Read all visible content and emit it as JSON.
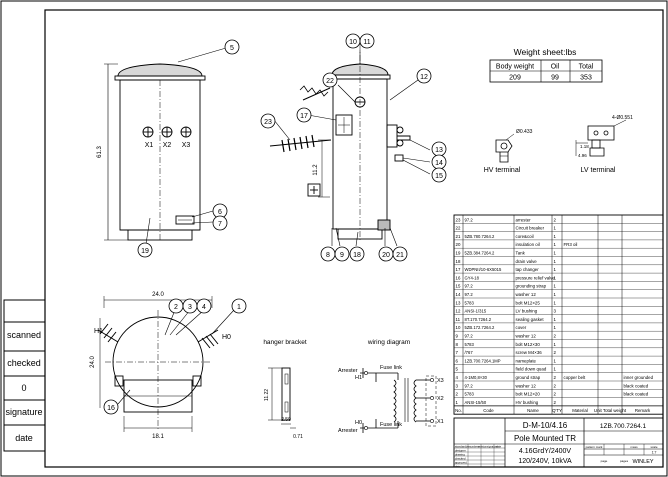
{
  "side_stamp": [
    {
      "label": "scanned"
    },
    {
      "label": "checked"
    },
    {
      "label": "0"
    },
    {
      "label": "signature"
    },
    {
      "label": "date"
    }
  ],
  "front_view": {
    "height_dim": "61.3",
    "terminals": [
      "X1",
      "X2",
      "X3"
    ],
    "balloons": [
      "5",
      "6",
      "7",
      "19"
    ]
  },
  "side_view": {
    "dim": "11.2",
    "balloons": [
      "10",
      "11",
      "12",
      "13",
      "14",
      "15",
      "17",
      "22",
      "23",
      "8",
      "9",
      "18",
      "20",
      "21"
    ]
  },
  "weight_sheet": {
    "title": "Weight sheet:lbs",
    "headers": [
      "Body weight",
      "Oil",
      "Total"
    ],
    "values": [
      "209",
      "99",
      "353"
    ]
  },
  "terminal_details": {
    "hv_label": "HV terminal",
    "lv_label": "LV terminal",
    "hv_dim": "Ø0.433",
    "lv_dim": "4-Ø0.551",
    "lv_dim2": "1.18",
    "lv_dim3": "4.96"
  },
  "top_view": {
    "width_dim": "24.0",
    "depth_dim": "24.0",
    "bottom_dim": "18.1",
    "h1": "H1",
    "h0": "H0",
    "balloons": [
      "1",
      "2",
      "3",
      "4",
      "16"
    ]
  },
  "hanger_bracket": {
    "title": "hanger bracket",
    "dim1": "11.22",
    "dim2": "2.59",
    "dim3": "0.71"
  },
  "wiring_diagram": {
    "title": "wiring diagram",
    "arrester_top": "Arrester",
    "arrester_bottom": "Arrester",
    "fuse_top": "Fuse link",
    "fuse_bottom": "Fuse link",
    "h1": "H1",
    "h0": "H0",
    "x3": "X3",
    "x2": "X2",
    "x1": "X1"
  },
  "bom": {
    "rows": [
      {
        "no": "23",
        "code": "97.2",
        "name": "arrester",
        "qty": "2",
        "mat": "",
        "rem": ""
      },
      {
        "no": "22",
        "code": "",
        "name": "Circuit breaker",
        "qty": "1",
        "mat": "",
        "rem": ""
      },
      {
        "no": "21",
        "code": "5ZB.780.7264.2",
        "name": "core&coil",
        "qty": "1",
        "mat": "",
        "rem": ""
      },
      {
        "no": "20",
        "code": "",
        "name": "insulation oil",
        "qty": "1",
        "mat": "FR3 oil",
        "rem": ""
      },
      {
        "no": "19",
        "code": "5ZB.384.7264.2",
        "name": "Tank",
        "qty": "1",
        "mat": "",
        "rem": ""
      },
      {
        "no": "18",
        "code": "",
        "name": "drain valve",
        "qty": "1",
        "mat": "",
        "rem": ""
      },
      {
        "no": "17",
        "code": "WDPNII/10-6X5015",
        "name": "tap changer",
        "qty": "1",
        "mat": "",
        "rem": ""
      },
      {
        "no": "16",
        "code": "GY4-18",
        "name": "pressure relief valve",
        "qty": "1",
        "mat": "",
        "rem": ""
      },
      {
        "no": "15",
        "code": "97.2",
        "name": "grounding strap",
        "qty": "1",
        "mat": "",
        "rem": ""
      },
      {
        "no": "14",
        "code": "97.2",
        "name": "washer 12",
        "qty": "1",
        "mat": "",
        "rem": ""
      },
      {
        "no": "13",
        "code": "5783",
        "name": "bolt M12×25",
        "qty": "1",
        "mat": "",
        "rem": ""
      },
      {
        "no": "12",
        "code": "ANSI-1/315",
        "name": "LV bushing",
        "qty": "3",
        "mat": "",
        "rem": ""
      },
      {
        "no": "11",
        "code": "8T.170.7264.2",
        "name": "sealing gasket",
        "qty": "1",
        "mat": "",
        "rem": ""
      },
      {
        "no": "10",
        "code": "5ZB.172.7264.2",
        "name": "cover",
        "qty": "1",
        "mat": "",
        "rem": ""
      },
      {
        "no": "9",
        "code": "97.2",
        "name": "washer 12",
        "qty": "2",
        "mat": "",
        "rem": ""
      },
      {
        "no": "8",
        "code": "5783",
        "name": "bolt M12×30",
        "qty": "1",
        "mat": "",
        "rem": ""
      },
      {
        "no": "7",
        "code": "/767",
        "name": "screw M4×36",
        "qty": "2",
        "mat": "",
        "rem": ""
      },
      {
        "no": "6",
        "code": "1ZB.700.7264.1MP",
        "name": "nameplate",
        "qty": "1",
        "mat": "",
        "rem": ""
      },
      {
        "no": "5",
        "code": "",
        "name": "field down quad",
        "qty": "1",
        "mat": "",
        "rem": ""
      },
      {
        "no": "4",
        "code": "4-1M0,8×30",
        "name": "ground strap",
        "qty": "2",
        "mat": "copper belt",
        "rem": "inner grounded"
      },
      {
        "no": "3",
        "code": "97.2",
        "name": "washer 12",
        "qty": "2",
        "mat": "",
        "rem": "black coated"
      },
      {
        "no": "2",
        "code": "5783",
        "name": "bolt M12×20",
        "qty": "2",
        "mat": "",
        "rem": "black coated"
      },
      {
        "no": "1",
        "code": "ANSI-15/50",
        "name": "HV bushing",
        "qty": "2",
        "mat": "",
        "rem": ""
      }
    ],
    "header": {
      "no": "No.",
      "code": "Code",
      "name": "Name",
      "qty": "Q'TY",
      "mat": "Material",
      "unit": "Unit Total weight",
      "rem": "Remark"
    }
  },
  "title_block": {
    "model": "D-M-10/4.16",
    "drawing_no": "1ZB.700.7264.1",
    "product": "Pole Mounted TR",
    "voltage1": "4.16GrdY/2400V",
    "voltage2": "120/240V, 10kVA",
    "company": "WINLEY",
    "small_left": [
      "standardize",
      "designer",
      "drawing",
      "checked",
      "approved",
      "date"
    ],
    "small_cols": [
      "numbers",
      "revision",
      "signature",
      "date"
    ],
    "pattern": "pattern mark",
    "mass": "mass",
    "scale": "scale",
    "scale_val": "1:7",
    "page": "page",
    "pages": "pages"
  }
}
